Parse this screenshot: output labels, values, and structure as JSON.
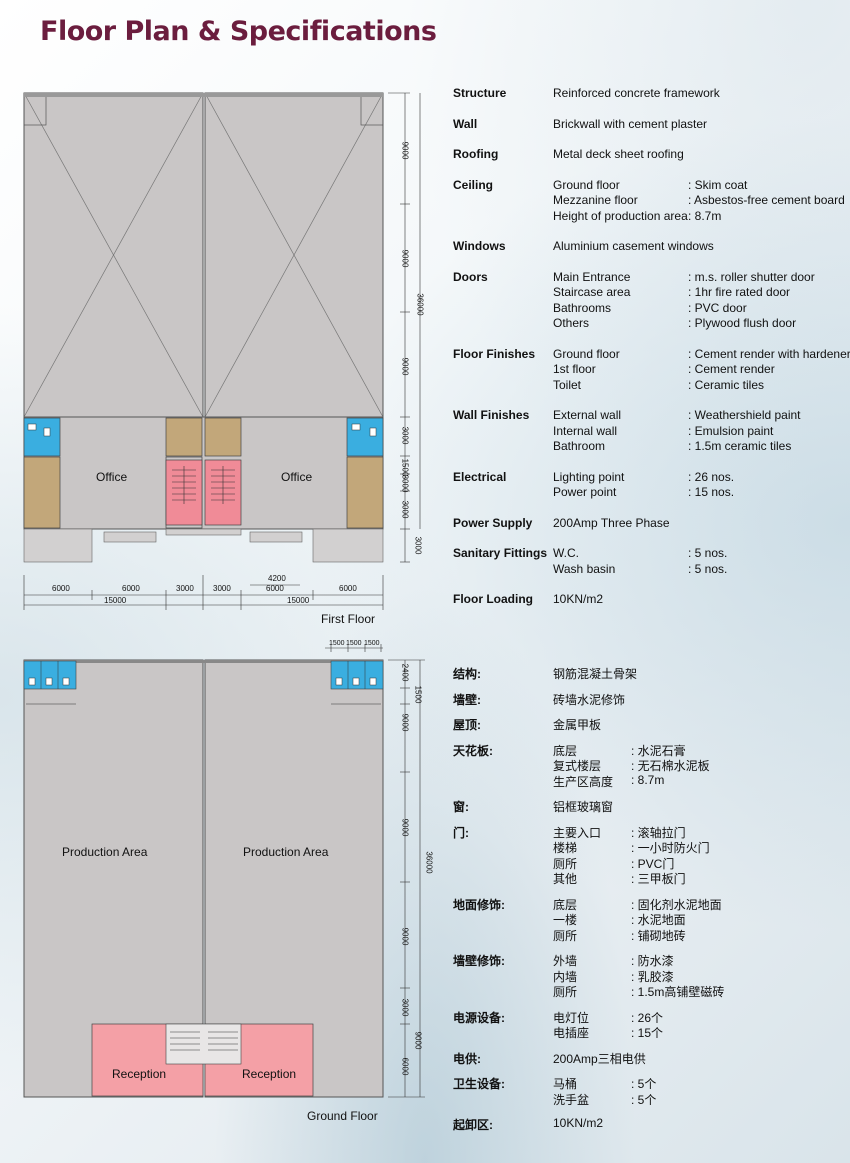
{
  "page_title": "Floor Plan & Specifications",
  "plans": {
    "first_floor": {
      "caption": "First Floor",
      "rooms": [
        "Office",
        "Office"
      ],
      "right_dims": [
        "9000",
        "9000",
        "36000",
        "9000",
        "3000",
        "1500",
        "3000",
        "3000",
        "3000"
      ],
      "bottom_dims_row1": [
        "6000",
        "6000",
        "3000",
        "3000",
        "4200",
        "6000",
        "6000"
      ],
      "bottom_dims_row2": [
        "15000",
        "15000"
      ]
    },
    "ground_floor": {
      "caption": "Ground Floor",
      "rooms": [
        "Production Area",
        "Production Area",
        "Reception",
        "Reception"
      ],
      "top_dims": [
        "1500",
        "1500",
        "1500"
      ],
      "right_dims": [
        "2400",
        "1500",
        "9000",
        "9000",
        "36000",
        "9000",
        "3000",
        "9000",
        "6000"
      ]
    }
  },
  "specs_en": [
    {
      "label": "Structure",
      "rows": [
        {
          "desc": "Reinforced concrete framework",
          "val": ""
        }
      ]
    },
    {
      "label": "Wall",
      "rows": [
        {
          "desc": "Brickwall with cement plaster",
          "val": ""
        }
      ]
    },
    {
      "label": "Roofing",
      "rows": [
        {
          "desc": "Metal deck sheet roofing",
          "val": ""
        }
      ]
    },
    {
      "label": "Ceiling",
      "rows": [
        {
          "desc": "Ground floor",
          "val": ": Skim coat"
        },
        {
          "desc": "Mezzanine floor",
          "val": ": Asbestos-free cement board"
        },
        {
          "desc": "Height of production area",
          "val": ": 8.7m"
        }
      ]
    },
    {
      "label": "Windows",
      "rows": [
        {
          "desc": "Aluminium casement windows",
          "val": ""
        }
      ]
    },
    {
      "label": "Doors",
      "rows": [
        {
          "desc": "Main Entrance",
          "val": ": m.s. roller shutter door"
        },
        {
          "desc": "Staircase area",
          "val": ": 1hr fire rated door"
        },
        {
          "desc": "Bathrooms",
          "val": ": PVC door"
        },
        {
          "desc": "Others",
          "val": ": Plywood flush door"
        }
      ]
    },
    {
      "label": "Floor Finishes",
      "rows": [
        {
          "desc": "Ground floor",
          "val": ": Cement render with hardener"
        },
        {
          "desc": "1st floor",
          "val": ": Cement render"
        },
        {
          "desc": "Toilet",
          "val": ": Ceramic tiles"
        }
      ]
    },
    {
      "label": "Wall Finishes",
      "rows": [
        {
          "desc": "External wall",
          "val": ": Weathershield paint"
        },
        {
          "desc": "Internal wall",
          "val": ": Emulsion paint"
        },
        {
          "desc": "Bathroom",
          "val": ": 1.5m ceramic tiles"
        }
      ]
    },
    {
      "label": "Electrical",
      "rows": [
        {
          "desc": "Lighting point",
          "val": ": 26 nos."
        },
        {
          "desc": "Power point",
          "val": ": 15 nos."
        }
      ]
    },
    {
      "label": "Power Supply",
      "rows": [
        {
          "desc": "200Amp Three Phase",
          "val": ""
        }
      ]
    },
    {
      "label": "Sanitary Fittings",
      "rows": [
        {
          "desc": "W.C.",
          "val": ": 5 nos."
        },
        {
          "desc": "Wash basin",
          "val": ": 5 nos."
        }
      ]
    },
    {
      "label": "Floor Loading",
      "rows": [
        {
          "desc": "10KN/m2",
          "val": ""
        }
      ]
    }
  ],
  "specs_cn": [
    {
      "label": "结构:",
      "rows": [
        {
          "desc": "钢筋混凝土骨架",
          "val": ""
        }
      ]
    },
    {
      "label": "墙壁:",
      "rows": [
        {
          "desc": "砖墙水泥修饰",
          "val": ""
        }
      ]
    },
    {
      "label": "屋顶:",
      "rows": [
        {
          "desc": "金属甲板",
          "val": ""
        }
      ]
    },
    {
      "label": "天花板:",
      "rows": [
        {
          "desc": "底层",
          "val": ": 水泥石膏"
        },
        {
          "desc": "复式楼层",
          "val": ": 无石棉水泥板"
        },
        {
          "desc": "生产区高度",
          "val": ": 8.7m"
        }
      ]
    },
    {
      "label": "窗:",
      "rows": [
        {
          "desc": "铝框玻璃窗",
          "val": ""
        }
      ]
    },
    {
      "label": "门:",
      "rows": [
        {
          "desc": "主要入口",
          "val": ": 滚轴拉门"
        },
        {
          "desc": "楼梯",
          "val": ": 一小时防火门"
        },
        {
          "desc": "厕所",
          "val": ": PVC门"
        },
        {
          "desc": "其他",
          "val": ": 三甲板门"
        }
      ]
    },
    {
      "label": "地面修饰:",
      "rows": [
        {
          "desc": "底层",
          "val": ": 固化剂水泥地面"
        },
        {
          "desc": "一楼",
          "val": ": 水泥地面"
        },
        {
          "desc": "厕所",
          "val": ": 铺砌地砖"
        }
      ]
    },
    {
      "label": "墙壁修饰:",
      "rows": [
        {
          "desc": "外墙",
          "val": ": 防水漆"
        },
        {
          "desc": "内墙",
          "val": ": 乳胶漆"
        },
        {
          "desc": "厕所",
          "val": ": 1.5m高铺壁磁砖"
        }
      ]
    },
    {
      "label": "电源设备:",
      "rows": [
        {
          "desc": "电灯位",
          "val": ": 26个"
        },
        {
          "desc": "电插座",
          "val": ": 15个"
        }
      ]
    },
    {
      "label": "电供:",
      "rows": [
        {
          "desc": "200Amp三相电供",
          "val": ""
        }
      ]
    },
    {
      "label": "卫生设备:",
      "rows": [
        {
          "desc": "马桶",
          "val": ": 5个"
        },
        {
          "desc": "洗手盆",
          "val": ": 5个"
        }
      ]
    },
    {
      "label": "起卸区:",
      "rows": [
        {
          "desc": "10KN/m2",
          "val": ""
        }
      ]
    }
  ],
  "colors": {
    "title": "#6b1d3e",
    "floor": "#c9c6c6",
    "toilet": "#3aaee0",
    "stair": "#f08b97",
    "reception": "#f4a0a6",
    "store": "#c2a77a"
  }
}
